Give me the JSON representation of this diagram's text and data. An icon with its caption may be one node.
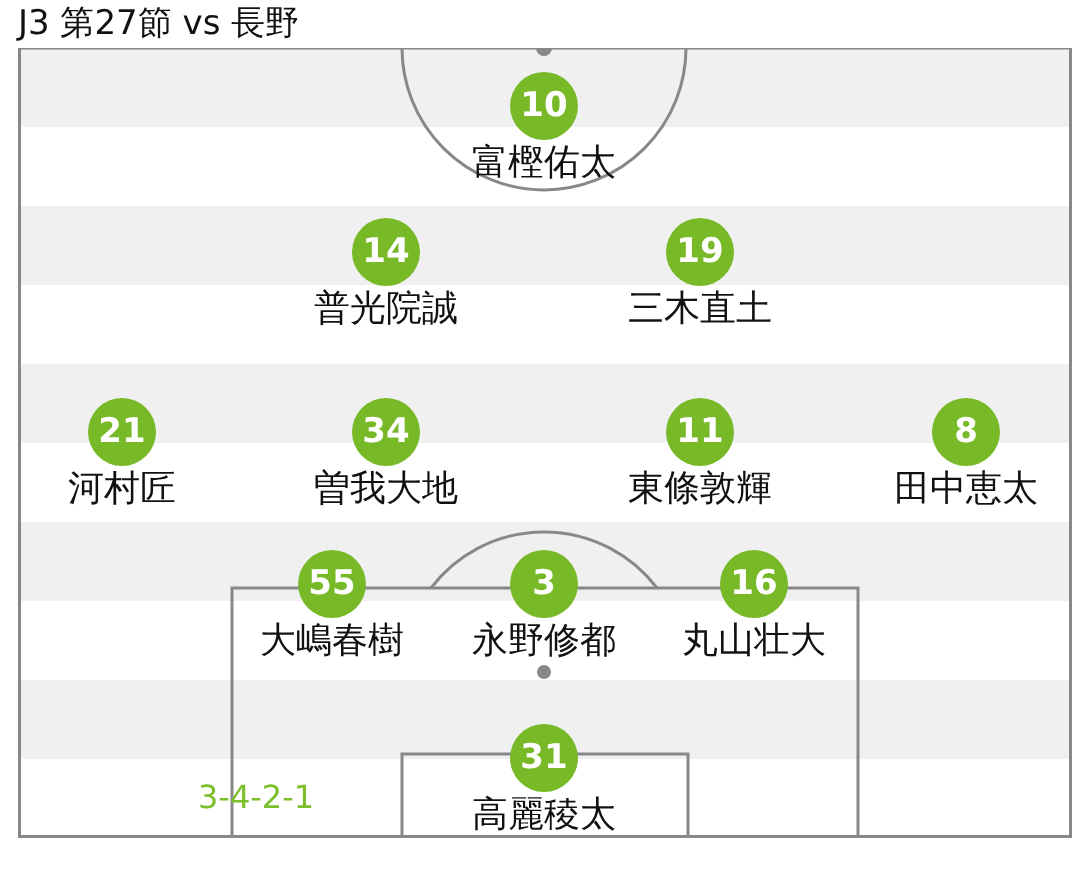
{
  "diagram": {
    "title": "J3 第27節 vs 長野",
    "nodes": [
      {
        "text": [
          "10"
        ],
        "beside": [
          "富樫佑太"
        ]
      },
      {
        "text": [
          "14"
        ],
        "beside": [
          "普光院誠"
        ]
      },
      {
        "text": [
          "19"
        ],
        "beside": [
          "三木直土"
        ]
      },
      {
        "text": [
          "21"
        ],
        "beside": [
          "河村匠"
        ]
      },
      {
        "text": [
          "34"
        ],
        "beside": [
          "曽我大地"
        ]
      },
      {
        "text": [
          "11"
        ],
        "beside": [
          "東條敦輝"
        ]
      },
      {
        "text": [
          "8"
        ],
        "beside": [
          "田中恵太"
        ]
      },
      {
        "text": [
          "55"
        ],
        "beside": [
          "大嶋春樹"
        ]
      },
      {
        "text": [
          "3"
        ],
        "beside": [
          "永野修都"
        ]
      },
      {
        "text": [
          "16"
        ],
        "beside": [
          "丸山壮大"
        ]
      },
      {
        "text": [
          "31"
        ],
        "beside": [
          "高麗稜太"
        ]
      }
    ],
    "labels": [
      "3-4-2-1"
    ]
  }
}
